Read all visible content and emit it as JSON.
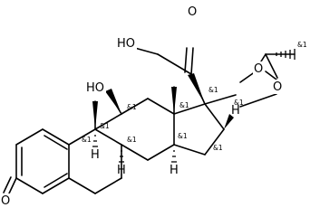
{
  "atom_labels": {
    "o_ketone": "O",
    "ho_sidechain": "HO",
    "o_dioxolane_top": "O",
    "o_dioxolane_bottom": "O",
    "ho_c11": "HO",
    "o_c3": "O",
    "h_c9": "H",
    "h_c8": "H",
    "h_c14": "H",
    "h_c16": "H"
  },
  "stereo_label": "&1"
}
